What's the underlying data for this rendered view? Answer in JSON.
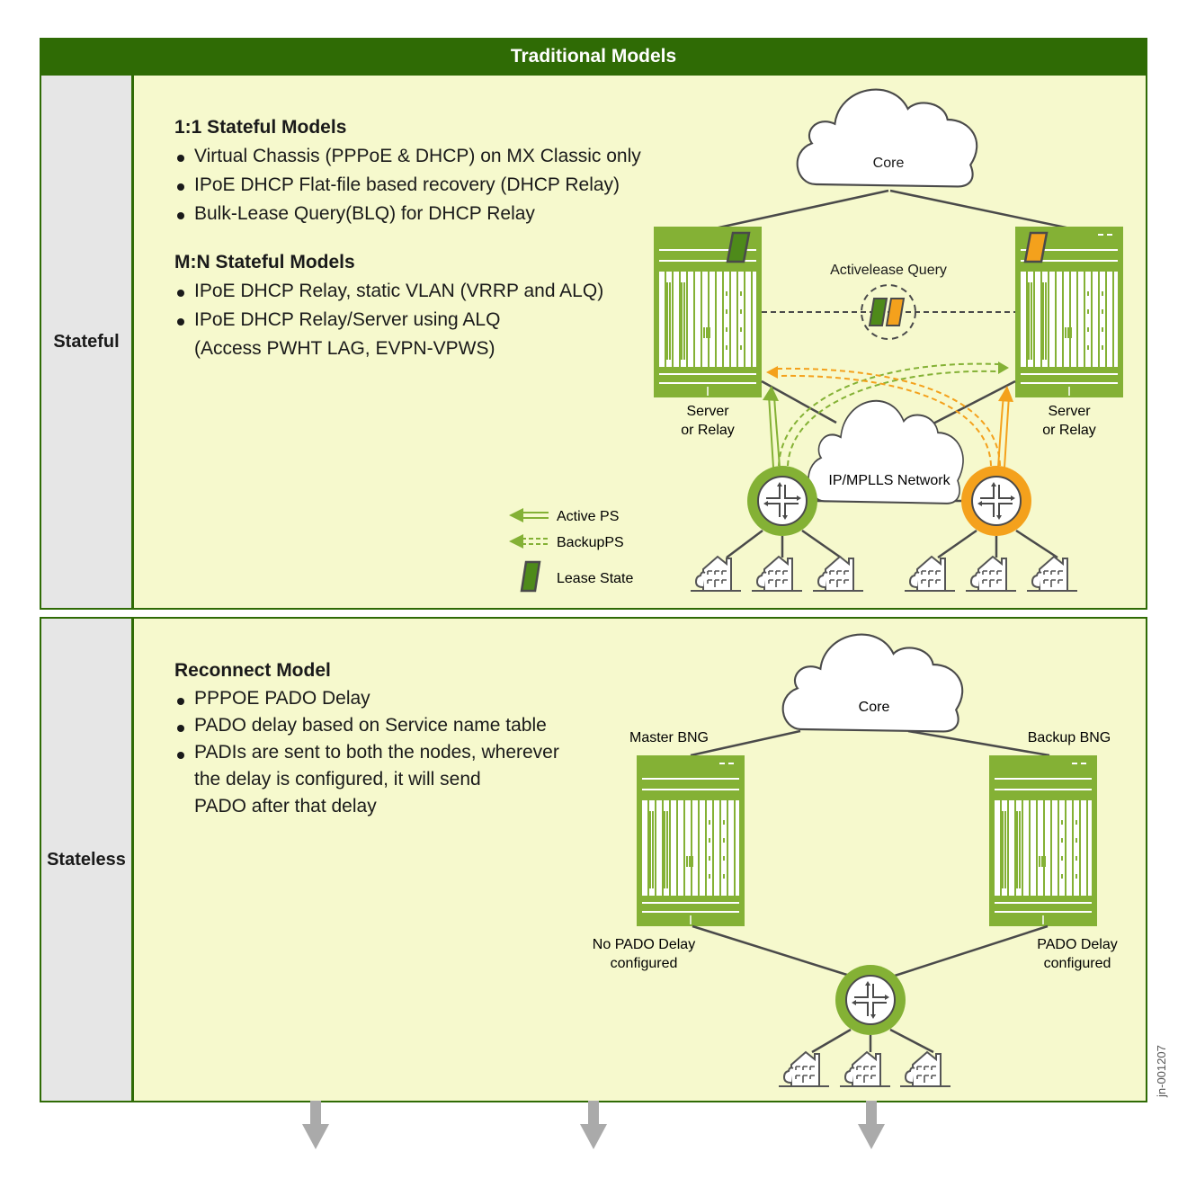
{
  "header": {
    "title": "Traditional Models"
  },
  "colors": {
    "header_green": "#2f6b05",
    "panel_bg": "#f6f9cd",
    "side_bg": "#e6e6e6",
    "device_green": "#84b135",
    "lease_green": "#4e8a1a",
    "lease_orange": "#f4a11c",
    "link_gray": "#4a4a4a",
    "arrow_gray": "#aaaaaa"
  },
  "stateful": {
    "side_label": "Stateful",
    "groups": [
      {
        "title": "1:1 Stateful Models",
        "items": [
          "Virtual Chassis (PPPoE & DHCP) on MX Classic only",
          "IPoE DHCP Flat-file based recovery (DHCP Relay)",
          "Bulk-Lease Query(BLQ) for DHCP Relay"
        ]
      },
      {
        "title": "M:N Stateful Models",
        "items": [
          "IPoE DHCP Relay, static VLAN (VRRP and ALQ)",
          "IPoE DHCP Relay/Server using ALQ",
          "(Access PWHT LAG, EVPN-VPWS)"
        ]
      }
    ],
    "diagram": {
      "core_label": "Core",
      "query_label": "Activelease Query",
      "left_device_label_1": "Server",
      "left_device_label_2": "or Relay",
      "right_device_label_1": "Server",
      "right_device_label_2": "or Relay",
      "network_label": "IP/MPLLS Network",
      "legend": {
        "active": "Active PS",
        "backup": "BackupPS",
        "lease": "Lease State"
      }
    }
  },
  "stateless": {
    "side_label": "Stateless",
    "title": "Reconnect Model",
    "items": [
      "PPPOE PADO Delay",
      "PADO delay based on Service name table",
      "PADIs are sent to both the nodes, wherever"
    ],
    "continuation": [
      "the delay is configured, it will send",
      "PADO after that delay"
    ],
    "diagram": {
      "core_label": "Core",
      "master_label": "Master BNG",
      "backup_label": "Backup BNG",
      "left_note_1": "No PADO Delay",
      "left_note_2": "configured",
      "right_note_1": "PADO Delay",
      "right_note_2": "configured"
    }
  },
  "doc_id": "jn-001207"
}
